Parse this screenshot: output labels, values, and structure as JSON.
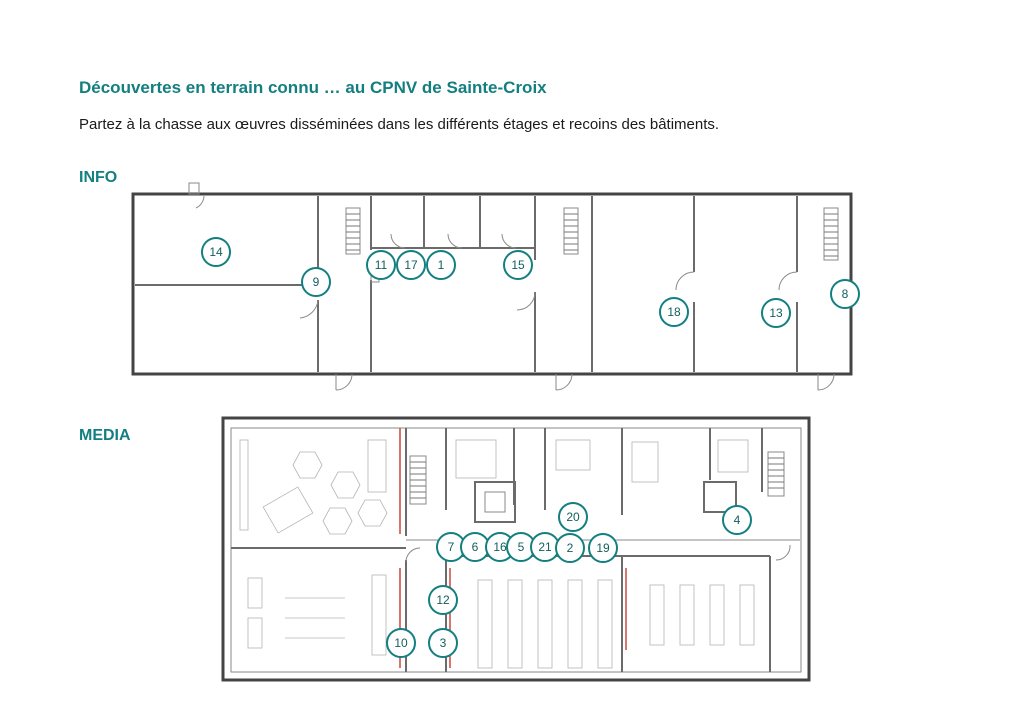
{
  "title": "Découvertes en terrain connu … au CPNV de Sainte-Croix",
  "subtitle": "Partez à la chasse aux œuvres disséminées dans les différents étages et recoins des bâtiments.",
  "sections": {
    "info": "INFO",
    "media": "MEDIA"
  },
  "colors": {
    "accent": "#137f80"
  },
  "markers": {
    "info": [
      "14",
      "9",
      "11",
      "17",
      "1",
      "15",
      "18",
      "13",
      "8"
    ],
    "media": [
      "20",
      "4",
      "7",
      "6",
      "16",
      "5",
      "21",
      "2",
      "19",
      "12",
      "10",
      "3"
    ]
  }
}
